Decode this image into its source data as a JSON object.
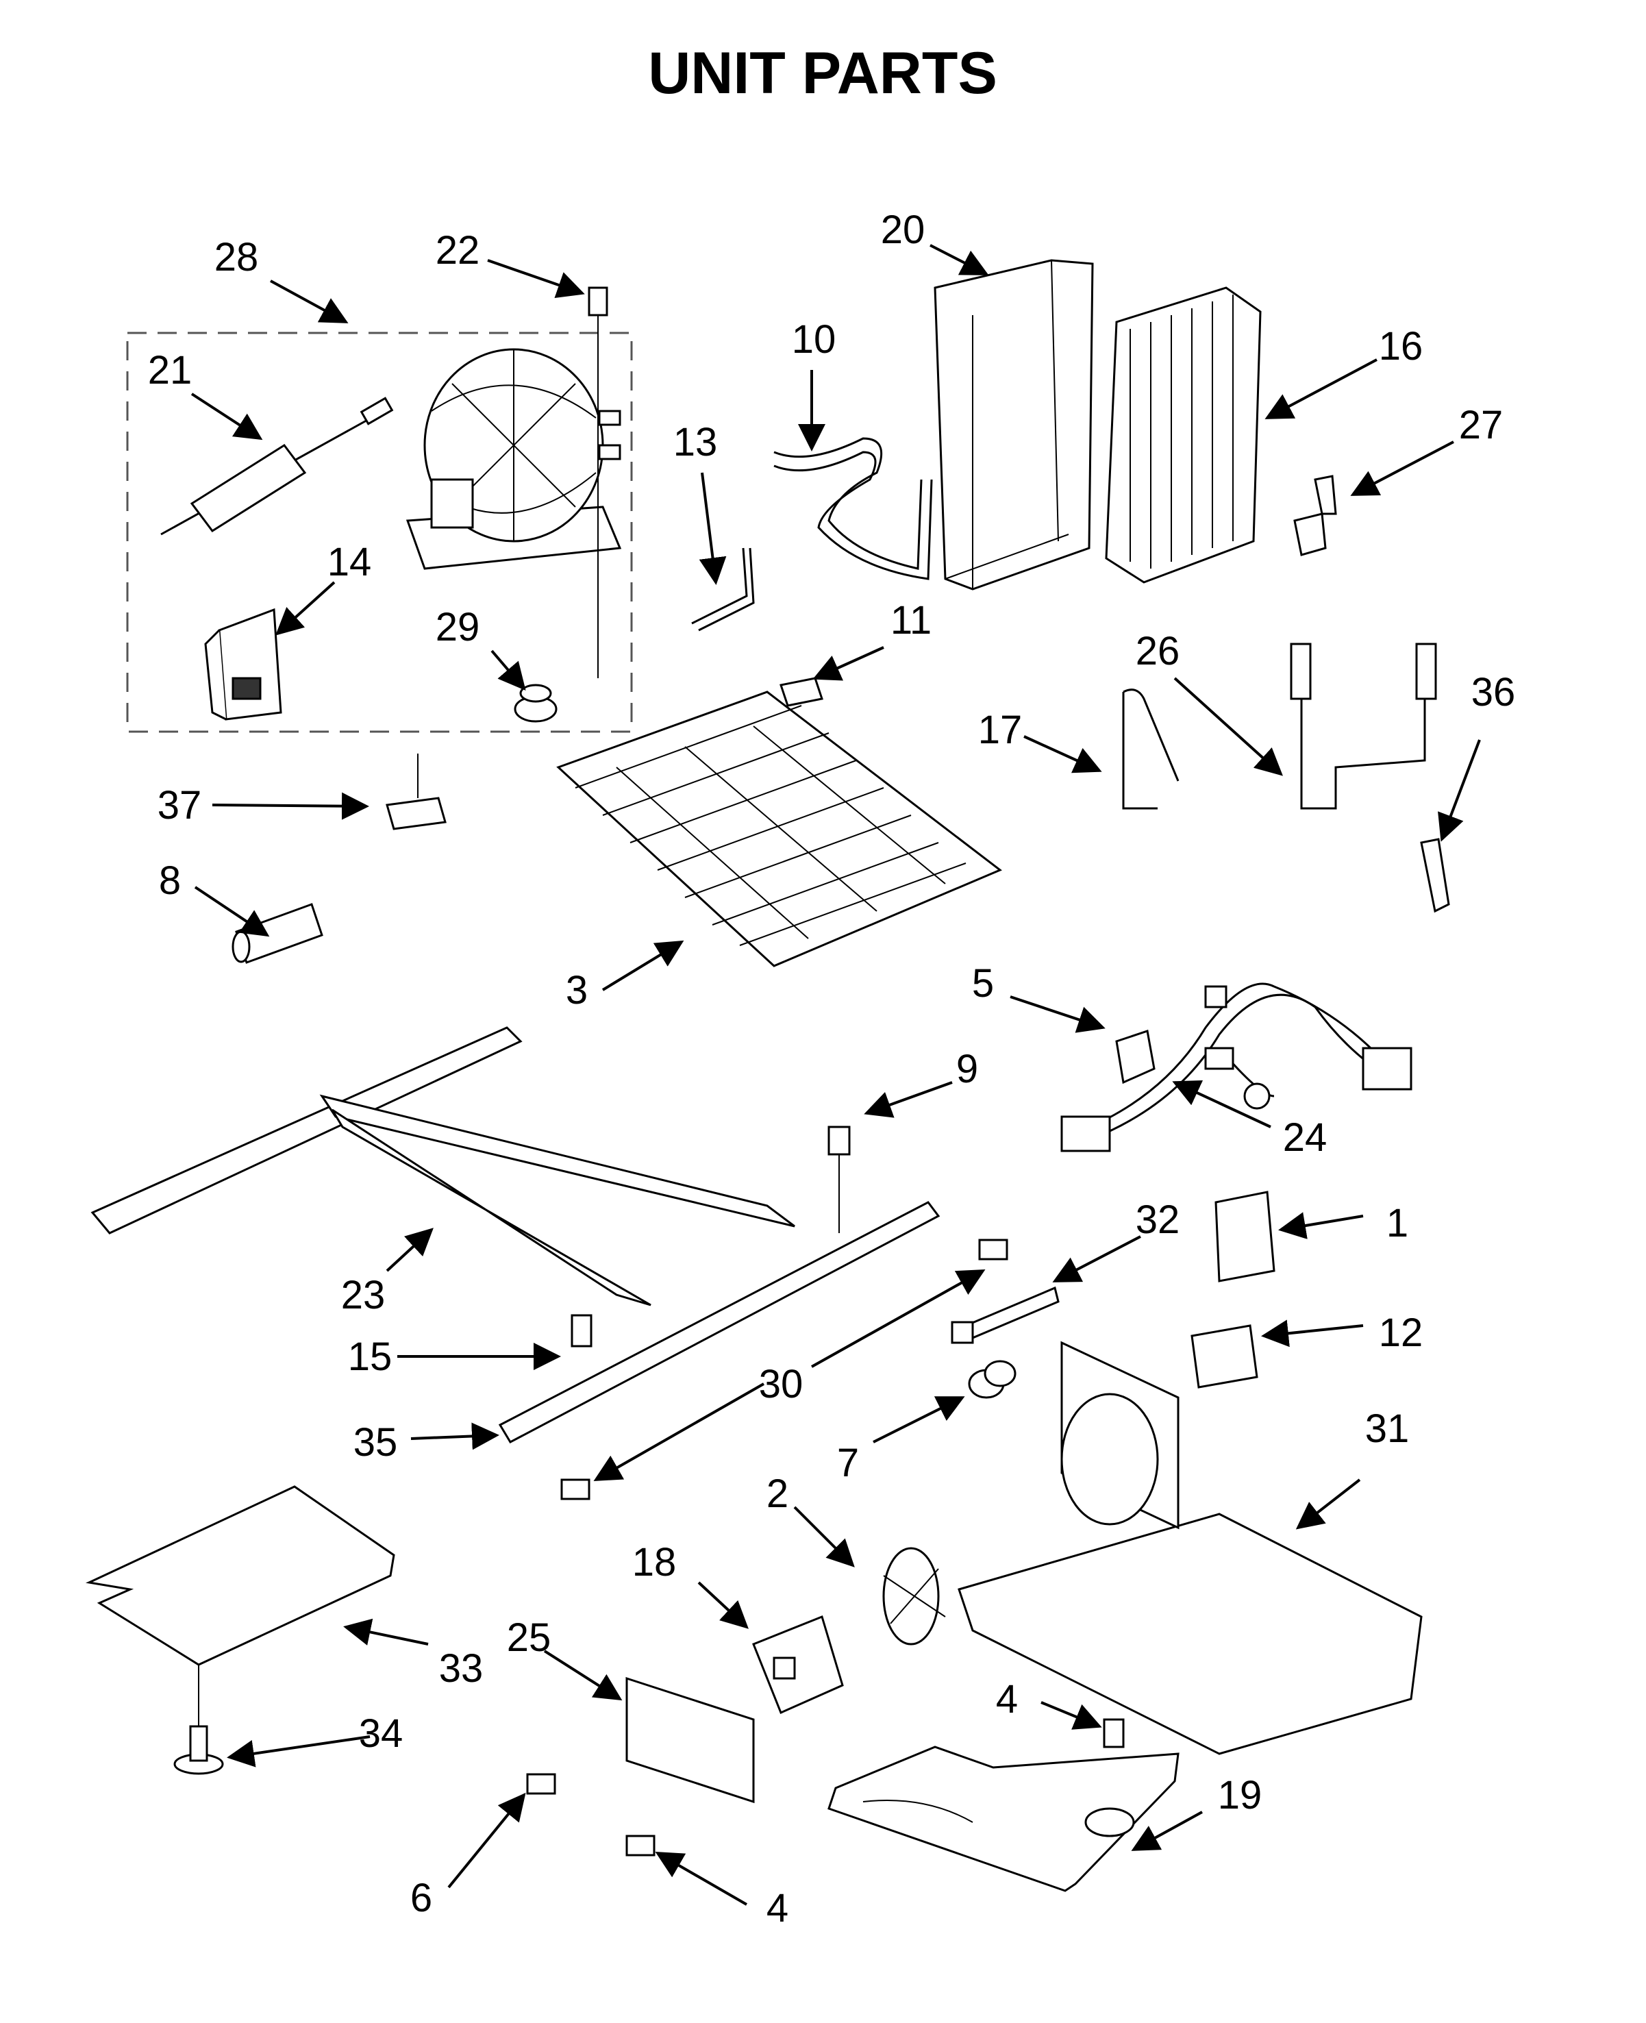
{
  "title": "UNIT PARTS",
  "callouts": [
    "28",
    "22",
    "20",
    "10",
    "16",
    "27",
    "21",
    "13",
    "14",
    "29",
    "11",
    "26",
    "36",
    "17",
    "37",
    "8",
    "3",
    "5",
    "9",
    "24",
    "1",
    "32",
    "23",
    "12",
    "15",
    "30",
    "35",
    "7",
    "31",
    "2",
    "18",
    "25",
    "33",
    "34",
    "4",
    "19",
    "6",
    "4"
  ]
}
